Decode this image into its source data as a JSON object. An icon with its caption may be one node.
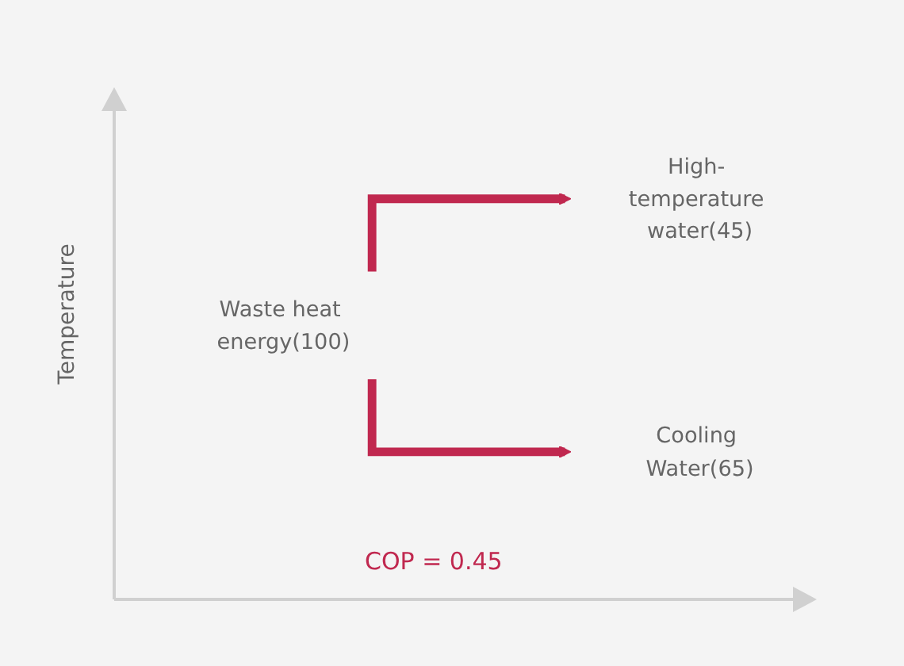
{
  "diagram": {
    "nodes": [
      {
        "text": [
          "Waste heat energy(100)"
        ]
      },
      {
        "text": [
          "High- temperature water(45)"
        ]
      },
      {
        "text": [
          "Cooling Water(65)"
        ]
      }
    ],
    "edges": [
      {
        "from": 0,
        "to": 1,
        "arrow": "to"
      },
      {
        "from": 0,
        "to": 2,
        "arrow": "to"
      }
    ],
    "labels": [
      "Temperature",
      "COP = 0.45"
    ]
  }
}
